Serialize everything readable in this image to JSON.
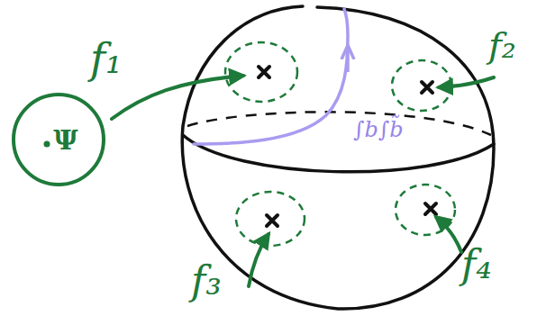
{
  "diagram": {
    "nodes": [
      {
        "text": [
          "Ψ"
        ]
      }
    ],
    "labels": [
      "f₁",
      "f₂",
      "f₃",
      "f₄",
      "∫b∫b̃"
    ]
  }
}
